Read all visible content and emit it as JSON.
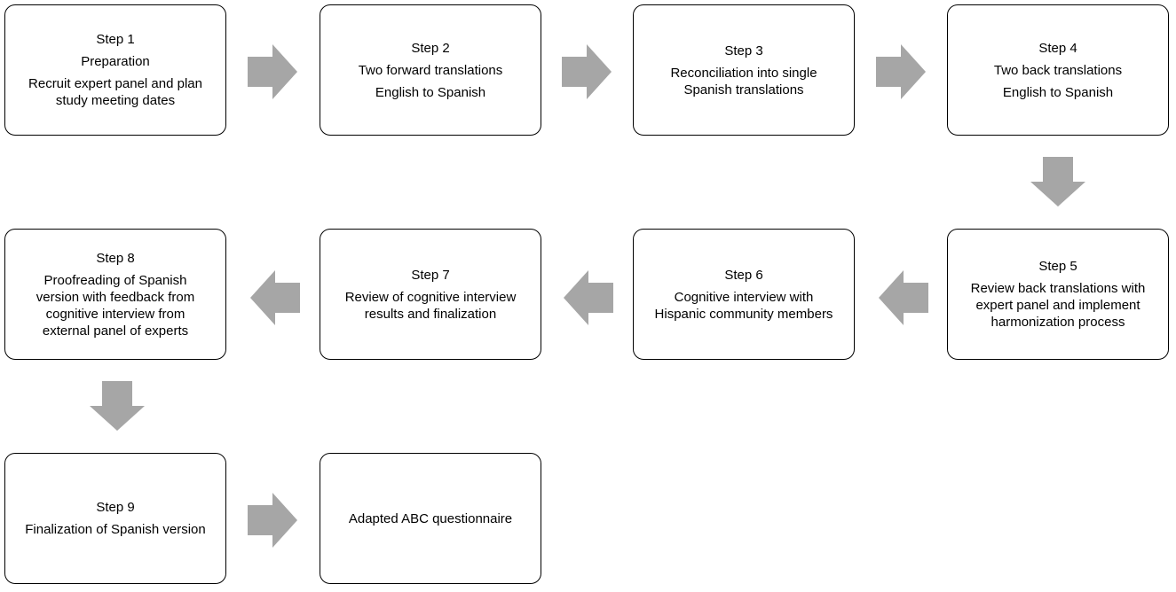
{
  "colors": {
    "arrow": "#a6a6a6",
    "border": "#000000",
    "text": "#000000"
  },
  "steps": {
    "s1": {
      "title": "Step 1",
      "name": "Preparation",
      "desc1": "Recruit expert panel and plan",
      "desc2": "study meeting dates"
    },
    "s2": {
      "title": "Step 2",
      "line1": "Two forward translations",
      "line2": "English to Spanish"
    },
    "s3": {
      "title": "Step 3",
      "line1": "Reconciliation into single",
      "line2": "Spanish translations"
    },
    "s4": {
      "title": "Step 4",
      "line1": "Two back translations",
      "line2": "English to Spanish"
    },
    "s5": {
      "title": "Step 5",
      "line1": "Review back translations with",
      "line2": "expert panel and implement",
      "line3": "harmonization process"
    },
    "s6": {
      "title": "Step 6",
      "line1": "Cognitive interview with",
      "line2": "Hispanic community members"
    },
    "s7": {
      "title": "Step 7",
      "line1": "Review of cognitive interview",
      "line2": "results and finalization"
    },
    "s8": {
      "title": "Step 8",
      "line1": "Proofreading of Spanish",
      "line2": "version with feedback from",
      "line3": "cognitive interview from",
      "line4": "external panel of experts"
    },
    "s9": {
      "title": "Step 9",
      "line1": "Finalization of Spanish version"
    },
    "final": {
      "line1": "Adapted ABC questionnaire"
    }
  }
}
